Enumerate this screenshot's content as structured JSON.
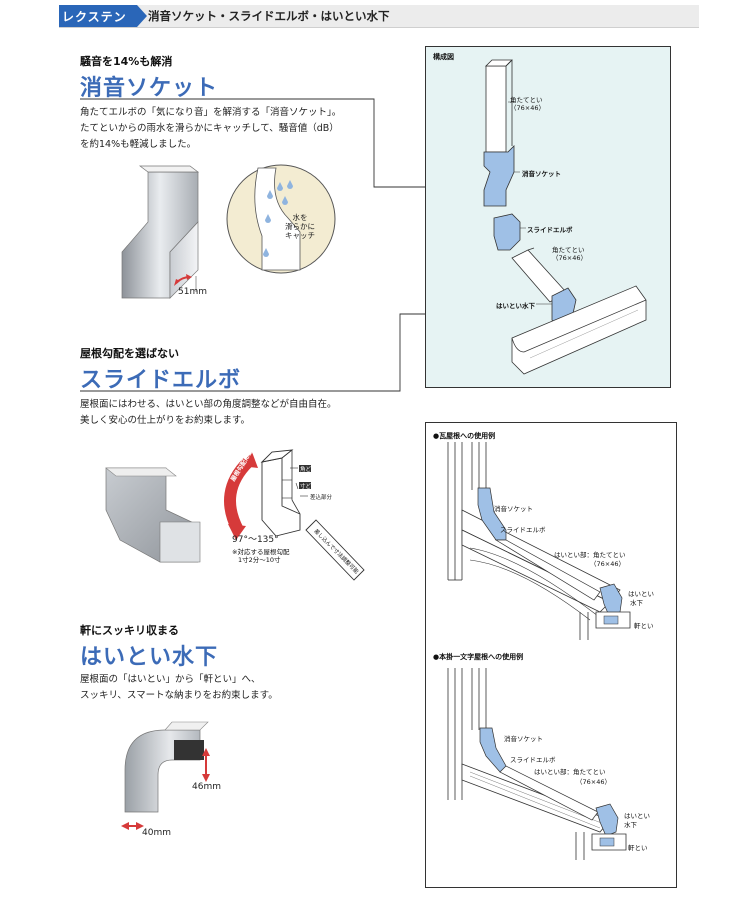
{
  "header": {
    "tab_label": "レクステン",
    "title": "消音ソケット・スライドエルボ・はいとい水下"
  },
  "sections": [
    {
      "subtitle": "騒音を14%も解消",
      "title": "消音ソケット",
      "body": [
        "角たてエルボの「気になり音」を解消する「消音ソケット」。",
        "たてといからの雨水を滑らかにキャッチして、騒音値（dB）",
        "を約14%も軽減しました。"
      ],
      "dimension": "51mm",
      "bubble_text": [
        "水を",
        "滑らかに",
        "キャッチ"
      ]
    },
    {
      "subtitle": "屋根勾配を選ばない",
      "title": "スライドエルボ",
      "body": [
        "屋根面にはわせる、はいとい部の角度調整などが自由自在。",
        "美しく安心の仕上がりをお約束します。"
      ],
      "angle": "97°～135°",
      "angle_note": [
        "※対応する屋根勾配",
        "1寸2分～10寸"
      ],
      "tag_kaku": "角ど",
      "tag_small": "寸ど",
      "tag_slide": "差込部分",
      "arrow_text": "屋根勾配にあわせてスライド",
      "diagonal_text": "差し込んで寸法調整可能"
    },
    {
      "subtitle": "軒にスッキリ収まる",
      "title": "はいとい水下",
      "body": [
        "屋根面の「はいとい」から「軒とい」へ、",
        "スッキリ、スマートな納まりをお約束します。"
      ],
      "dim_height": "46mm",
      "dim_width": "40mm"
    }
  ],
  "composition": {
    "title": "構成図",
    "items": [
      {
        "label": [
          "角たてとい",
          "（76×46）"
        ]
      },
      {
        "label": [
          "消音ソケット"
        ]
      },
      {
        "label": [
          "スライドエルボ"
        ]
      },
      {
        "label": [
          "角たてとい",
          "（76×46）"
        ]
      },
      {
        "label": [
          "はいとい水下"
        ]
      }
    ]
  },
  "usage": [
    {
      "title": "●瓦屋根への使用例",
      "labels": [
        "消音ソケット",
        "スライドエルボ",
        "はいとい部：角たてとい",
        "（76×46）",
        "はいとい",
        "水下",
        "軒とい"
      ]
    },
    {
      "title": "●本掛一文字屋根への使用例",
      "labels": [
        "消音ソケット",
        "スライドエルボ",
        "はいとい部：角たてとい",
        "（76×46）",
        "はいとい",
        "水下",
        "軒とい"
      ]
    }
  ],
  "colors": {
    "accent_blue": "#3c6bb7",
    "pipe_blue": "#9fc0e6",
    "panel_bg": "#e6f3f3",
    "arrow_red": "#d63a3a",
    "tab_blue": "#2a66b8"
  }
}
